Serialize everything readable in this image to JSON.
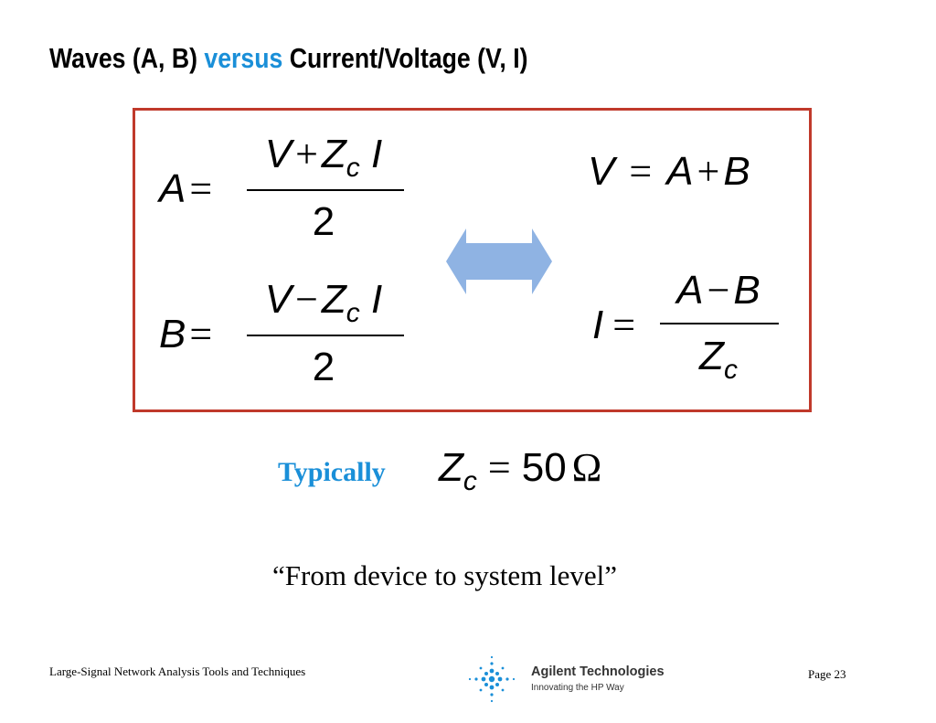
{
  "title": {
    "part1": "Waves (A, B) ",
    "part2": "versus",
    "part3": " Current/Voltage (V, I)"
  },
  "colors": {
    "accent": "#1a8fd8",
    "box_border": "#c0392b",
    "arrow_fill": "#8fb3e3"
  },
  "equations": {
    "a_def": {
      "lhs": "A",
      "eq": "=",
      "num_v": "V",
      "num_op": "+",
      "num_z": "Z",
      "num_sub": "c",
      "num_i": "I",
      "den": "2"
    },
    "b_def": {
      "lhs": "B",
      "eq": "=",
      "num_v": "V",
      "num_op": "−",
      "num_z": "Z",
      "num_sub": "c",
      "num_i": "I",
      "den": "2"
    },
    "v_def": {
      "lhs": "V",
      "eq": "=",
      "r1": "A",
      "op": "+",
      "r2": "B"
    },
    "i_def": {
      "lhs": "I",
      "eq": "=",
      "num_a": "A",
      "num_op": "−",
      "num_b": "B",
      "den_z": "Z",
      "den_sub": "c"
    }
  },
  "arrow_icon": "double-arrow-icon",
  "typical": {
    "label": "Typically",
    "z": "Z",
    "sub": "c",
    "eq": "=",
    "value": "50",
    "unit": "Ω"
  },
  "quote": "“From device to system level”",
  "footer": {
    "left": "Large-Signal Network Analysis Tools and Techniques",
    "page": "Page 23",
    "logo_name": "Agilent Technologies",
    "logo_tagline": "Innovating the HP Way",
    "logo_icon": "agilent-spark-icon"
  }
}
